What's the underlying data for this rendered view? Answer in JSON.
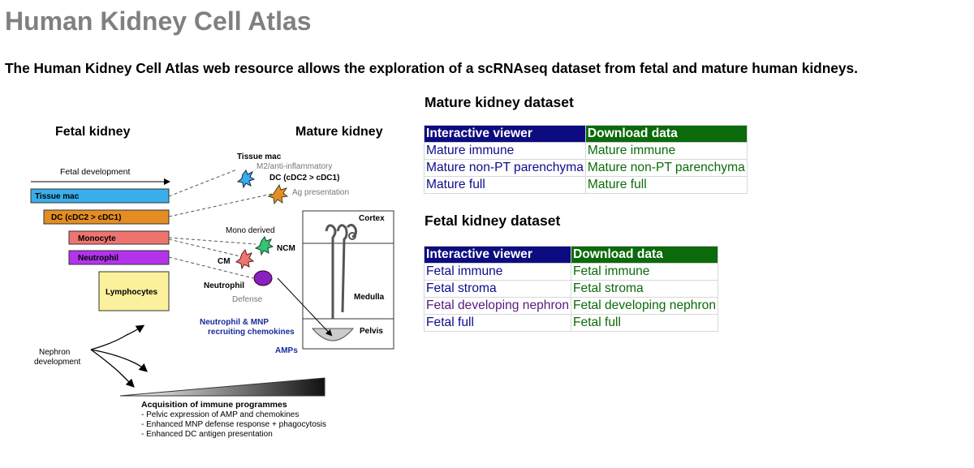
{
  "page": {
    "title": "Human Kidney Cell Atlas",
    "intro": "The Human Kidney Cell Atlas web resource allows the exploration of a scRNAseq dataset from fetal and mature human kidneys."
  },
  "figure": {
    "fetal_heading": "Fetal kidney",
    "mature_heading": "Mature kidney",
    "fetal_development": "Fetal development",
    "bars": {
      "tissue_mac": "Tissue mac",
      "dc": "DC (cDC2 > cDC1)",
      "monocyte": "Monocyte",
      "neutrophil": "Neutrophil",
      "lymphocytes": "Lymphocytes"
    },
    "colors": {
      "tissue_mac": "#3aaeea",
      "dc": "#e48d22",
      "monocyte": "#ef7470",
      "neutrophil": "#b333ec",
      "lymphocytes": "#fbf19d",
      "ncm": "#35c46f",
      "neutrophil_cell": "#8a1fc2"
    },
    "cells": {
      "tissue_mac_title": "Tissue mac",
      "tissue_mac_sub": "M2/anti-inflammatory",
      "dc_title": "DC (cDC2 > cDC1)",
      "dc_sub": "Ag presentation",
      "mono_derived": "Mono derived",
      "ncm": "NCM",
      "cm": "CM",
      "neutrophil": "Neutrophil",
      "defense": "Defense",
      "chemokines_1": "Neutrophil & MNP",
      "chemokines_2": "recruiting chemokines",
      "amps": "AMPs"
    },
    "regions": {
      "cortex": "Cortex",
      "medulla": "Medulla",
      "pelvis": "Pelvis"
    },
    "nephron_1": "Nephron",
    "nephron_2": "development",
    "acquisition_title": "Acquisition of immune programmes",
    "acquisition_items": [
      "- Pelvic expression of AMP and chemokines",
      "- Enhanced MNP defense response + phagocytosis",
      "- Enhanced DC antigen presentation"
    ]
  },
  "mature": {
    "heading": "Mature kidney dataset",
    "col_viewer": "Interactive viewer",
    "col_download": "Download data",
    "rows": [
      {
        "viewer": "Mature immune",
        "download": "Mature immune"
      },
      {
        "viewer": "Mature non-PT parenchyma",
        "download": "Mature non-PT parenchyma"
      },
      {
        "viewer": "Mature full",
        "download": "Mature full"
      }
    ]
  },
  "fetal": {
    "heading": "Fetal kidney dataset",
    "col_viewer": "Interactive viewer",
    "col_download": "Download data",
    "rows": [
      {
        "viewer": "Fetal immune",
        "download": "Fetal immune"
      },
      {
        "viewer": "Fetal stroma",
        "download": "Fetal stroma"
      },
      {
        "viewer": "Fetal developing nephron",
        "download": "Fetal developing nephron"
      },
      {
        "viewer": "Fetal full",
        "download": "Fetal full"
      }
    ]
  }
}
